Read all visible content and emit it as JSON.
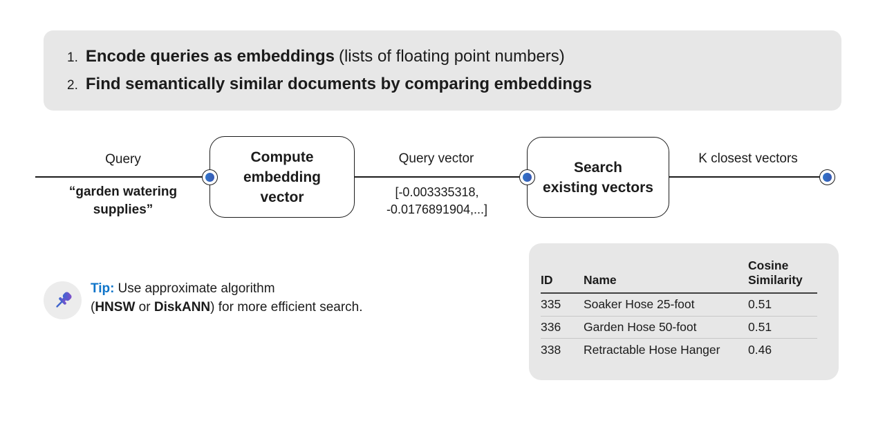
{
  "colors": {
    "accent_blue": "#0e74c9",
    "card_bg": "#e7e7e7",
    "line_color": "#1a1a1a",
    "connector_blue_start": "#2f76cc",
    "connector_blue_end": "#3a57b0",
    "pin_gradient_start": "#2e6bd4",
    "pin_gradient_end": "#8a4bc8"
  },
  "instructions": {
    "items": [
      {
        "number": "1.",
        "bold_text": "Encode queries as embeddings",
        "regular_text": "(lists of floating point numbers)"
      },
      {
        "number": "2.",
        "bold_text": "Find semantically similar documents by comparing embeddings",
        "regular_text": ""
      }
    ]
  },
  "flow": {
    "input_label": "Query",
    "input_value": "“garden watering supplies”",
    "box1": {
      "label": "Compute embedding vector",
      "lines": [
        "Compute",
        "embedding",
        "vector"
      ]
    },
    "edge2_label": "Query vector",
    "edge2_value": "[-0.003335318, -0.0176891904,...]",
    "box2": {
      "label": "Search existing vectors",
      "lines": [
        "Search",
        "existing vectors"
      ]
    },
    "output_label": "K closest vectors"
  },
  "tip": {
    "icon": "pushpin-icon",
    "label": "Tip:",
    "line1_text": "Use approximate algorithm",
    "line2_open": "(",
    "line2_bold1": "HNSW",
    "line2_middle": " or ",
    "line2_bold2": "DiskANN",
    "line2_rest": ") for more efficient search."
  },
  "results_table": {
    "columns": [
      "ID",
      "Name",
      "Cosine Similarity"
    ],
    "rows": [
      {
        "id": "335",
        "name": "Soaker Hose 25-foot",
        "cosine_similarity": "0.51"
      },
      {
        "id": "336",
        "name": "Garden Hose 50-foot",
        "cosine_similarity": "0.51"
      },
      {
        "id": "338",
        "name": "Retractable Hose Hanger",
        "cosine_similarity": "0.46"
      }
    ]
  }
}
